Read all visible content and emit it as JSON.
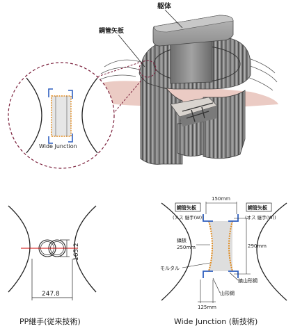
{
  "labels": {
    "kutai": "躯体",
    "koukan_yaita": "鋼管矢板",
    "wide_junction_detail": "Wide Junction",
    "dim_vertical": "165.2",
    "dim_horizontal": "247.8",
    "wj_150mm": "150mm",
    "wj_290mm": "290mm",
    "wj_125mm": "125mm",
    "left_pile_title": "鋼管矢板",
    "left_pile_sub": "(メス 継手(W))",
    "right_pile_title": "鋼管矢板",
    "right_pile_sub": "(オス 継手(W))",
    "jouban_name": "鎮板",
    "jouban_size": "250mm",
    "mortar": "モルタル",
    "chin_yamagata": "鎮山形鋼",
    "yamagata": "山形鋼"
  },
  "captions": {
    "pp_joint": "PP継手(従来技術)",
    "wide_junction": "Wide Junction (新技術)"
  },
  "colors": {
    "pile_fill": "#8b8b8b",
    "pile_dark": "#5e5e5e",
    "concrete": "#9a9a9a",
    "soil": "#e9c9c2",
    "detail_circle": "#7a1e3a",
    "dim_red": "#cc0000",
    "mortar_orange": "#e08a1e",
    "steel_blue": "#2f5fbf"
  }
}
